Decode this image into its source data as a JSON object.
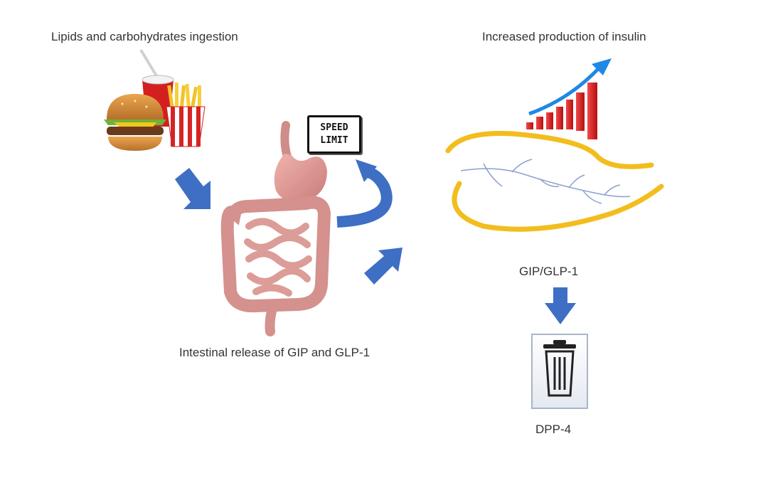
{
  "labels": {
    "ingestion": "Lipids and carbohydrates ingestion",
    "insulin": "Increased production of insulin",
    "intestinal": "Intestinal release of GIP and GLP-1",
    "gip_glp": "GIP/GLP-1",
    "dpp4": "DPP-4"
  },
  "sign": {
    "line1": "SPEED",
    "line2": "LIMIT"
  },
  "colors": {
    "arrow": "#3e6fc4",
    "pancreas": "#f2bd1d",
    "duct": "#8aa0cc",
    "chart_bar": "#d81e1e",
    "trend_arrow": "#1e88e5",
    "intestine": "#d9908f"
  },
  "icons": [
    "burger-icon",
    "drink-icon",
    "fries-icon",
    "stomach-intestine-icon",
    "growth-chart-icon",
    "pancreas-icon",
    "trash-bin-icon"
  ]
}
